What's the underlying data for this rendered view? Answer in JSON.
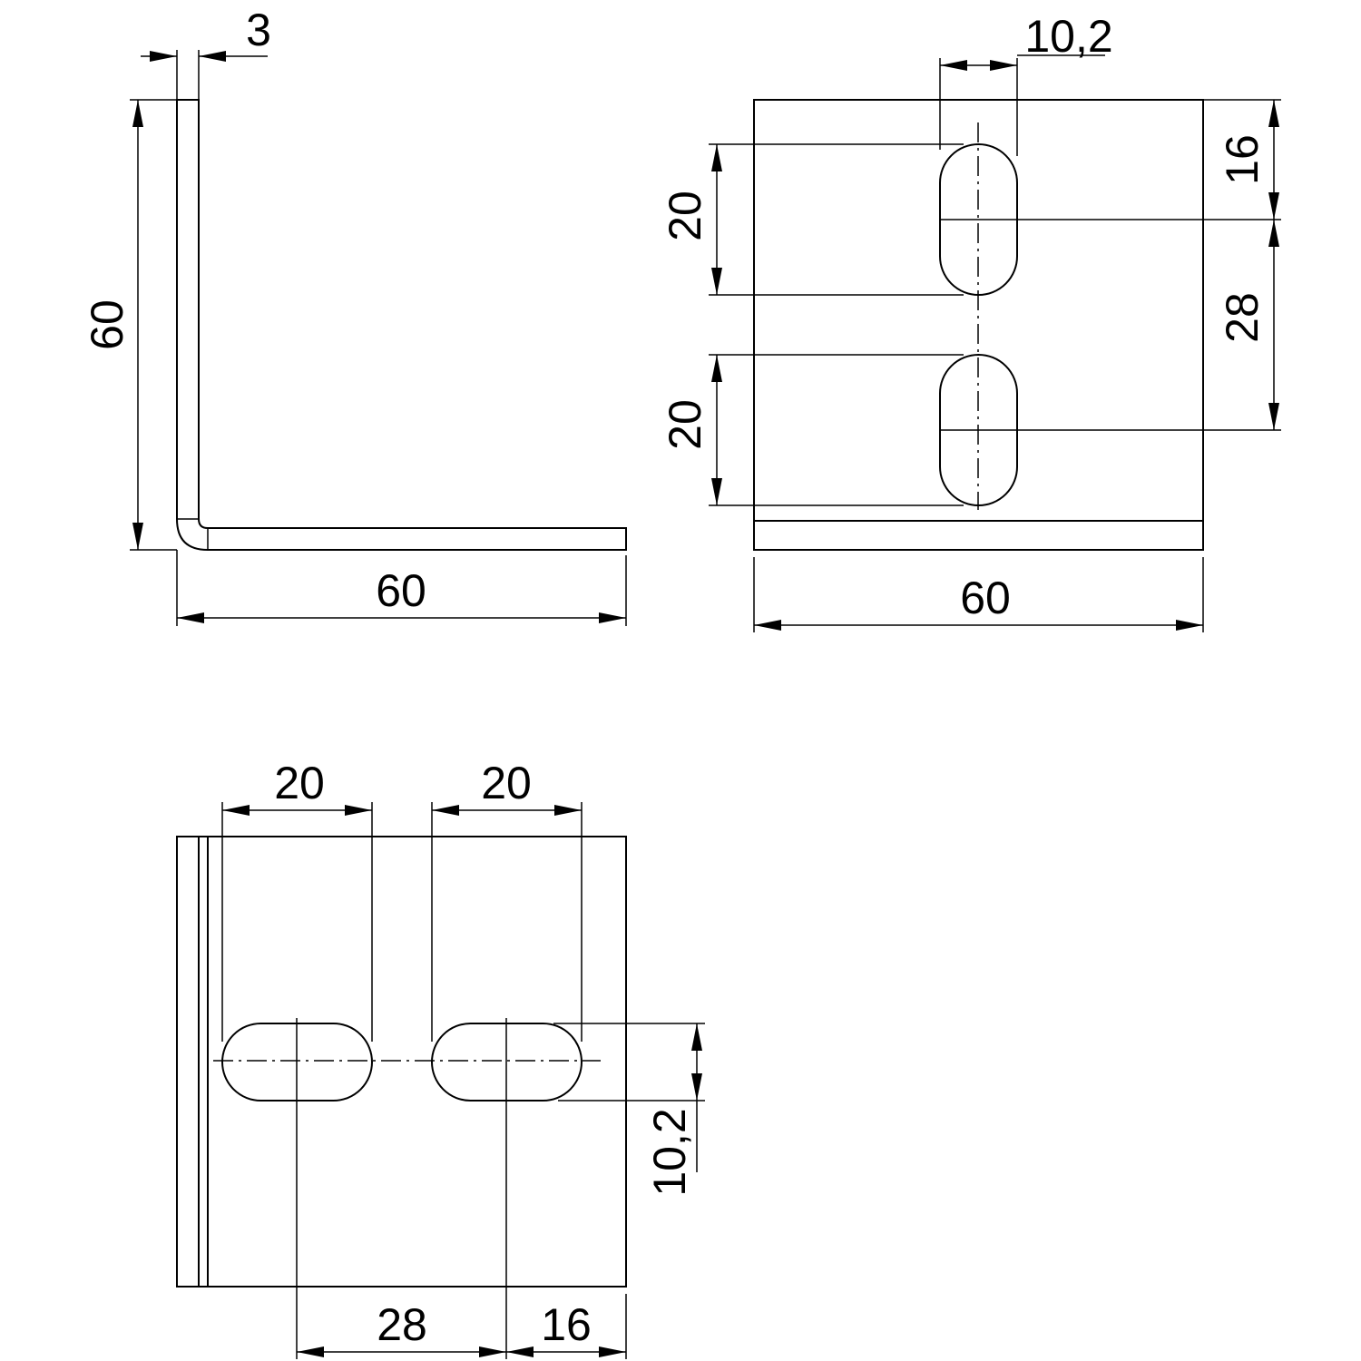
{
  "drawing": {
    "side_view": {
      "thickness_label": "3",
      "height_label": "60",
      "width_label": "60"
    },
    "front_view": {
      "slot_width_label": "10,2",
      "top_offset_label": "16",
      "slot_spacing_label": "28",
      "upper_slot_length_label": "20",
      "lower_slot_length_label": "20",
      "width_label": "60"
    },
    "bottom_view": {
      "left_slot_length_label": "20",
      "right_slot_length_label": "20",
      "slot_width_label": "10,2",
      "slot_spacing_label": "28",
      "edge_offset_label": "16"
    }
  }
}
